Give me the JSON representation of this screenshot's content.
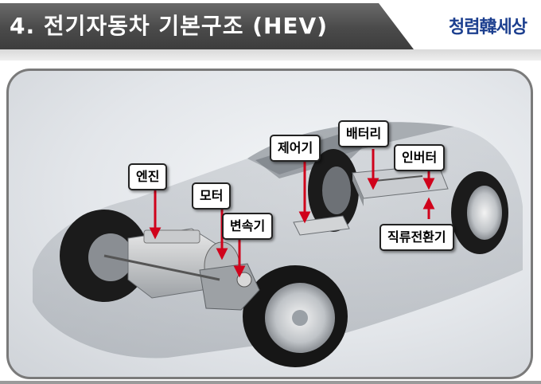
{
  "header": {
    "title": "4. 전기자동차 기본구조 (HEV)",
    "logo_text": "청렴韓세상"
  },
  "diagram": {
    "labels": {
      "engine": "엔진",
      "motor": "모터",
      "transmission": "변속기",
      "controller": "제어기",
      "battery": "배터리",
      "inverter": "인버터",
      "dc_converter": "직류전환기"
    }
  },
  "colors": {
    "title_bar": "#4a4a4a",
    "arrow": "#d0021b",
    "logo": "#1c3f8f"
  }
}
